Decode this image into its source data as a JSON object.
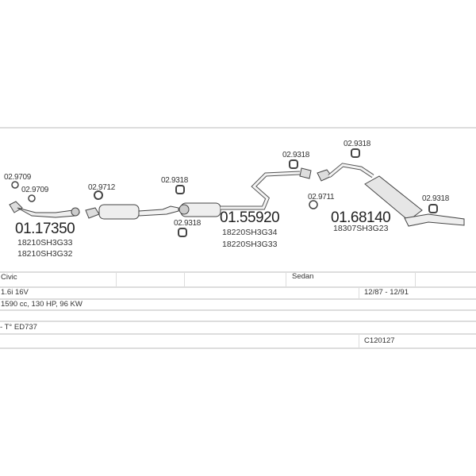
{
  "parts": [
    {
      "number": "01.17350",
      "oem": [
        "18210SH3G33",
        "18210SH3G32"
      ]
    },
    {
      "number": "01.55920",
      "oem": [
        "18220SH3G34",
        "18220SH3G33"
      ]
    },
    {
      "number": "01.68140",
      "oem": [
        "18307SH3G23"
      ]
    }
  ],
  "accessories": {
    "a1": "02.9709",
    "a2": "02.9709",
    "a3": "02.9712",
    "a4": "02.9318",
    "a5": "02.9318",
    "a6": "02.9318",
    "a7": "02.9711",
    "a8": "02.9318",
    "a9": "02.9318"
  },
  "vehicle": {
    "model": "Civic",
    "body": "Sedan",
    "engine": "1.6i 16V",
    "years": "12/87 - 12/91",
    "specs": "1590 cc, 130 HP, 96 KW",
    "type_approval": "- T° ED737",
    "code": "C120127",
    "body_icon": "car-sedan-icon"
  }
}
